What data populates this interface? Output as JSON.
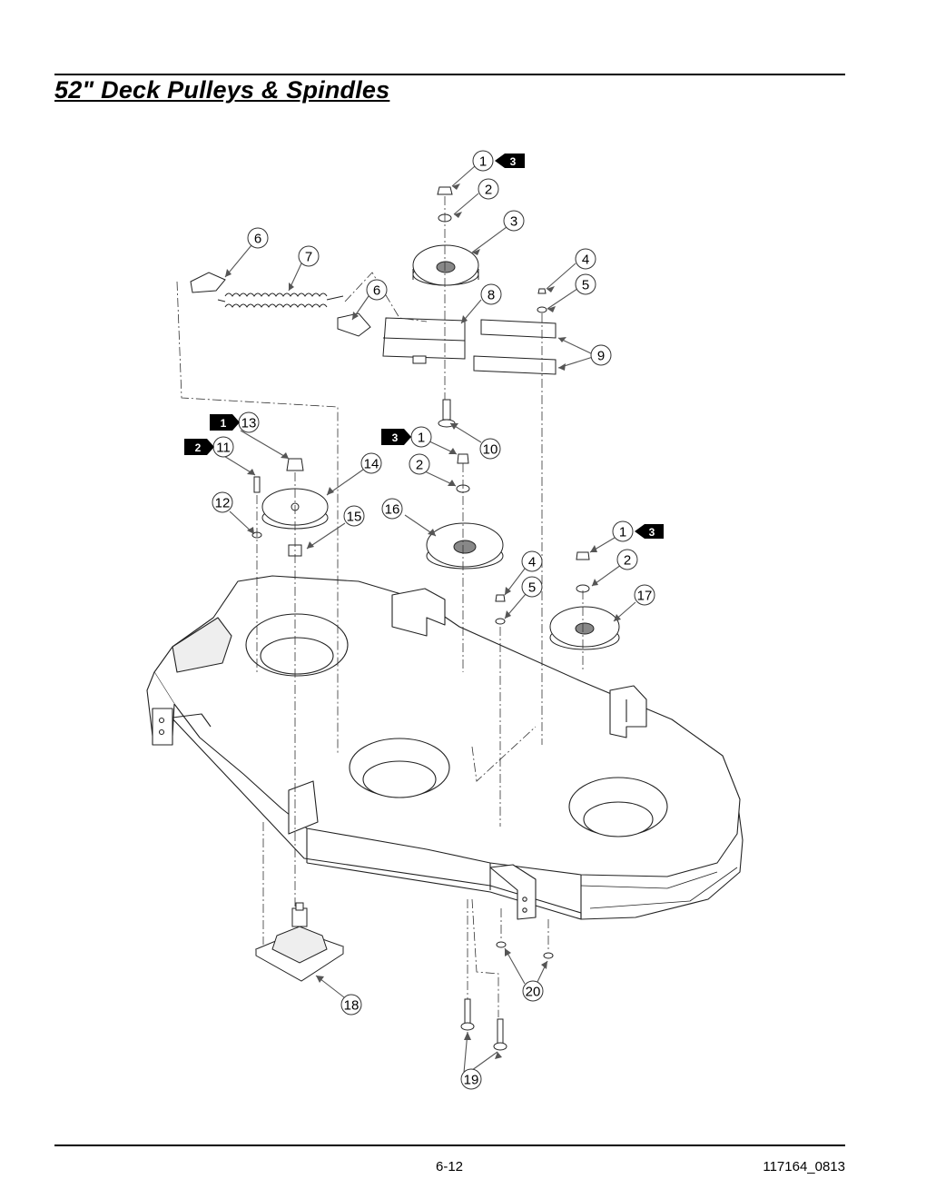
{
  "header": {
    "title": "52\" Deck Pulleys & Spindles"
  },
  "footer": {
    "page_number": "6-12",
    "document_id": "117164_0813"
  },
  "callouts": [
    "1",
    "2",
    "3",
    "4",
    "5",
    "6",
    "7",
    "6",
    "8",
    "9",
    "10",
    "13",
    "11",
    "12",
    "14",
    "1",
    "2",
    "15",
    "16",
    "1",
    "2",
    "4",
    "5",
    "17",
    "18",
    "19",
    "20"
  ],
  "flags": [
    "3",
    "1",
    "2",
    "3",
    "3"
  ]
}
